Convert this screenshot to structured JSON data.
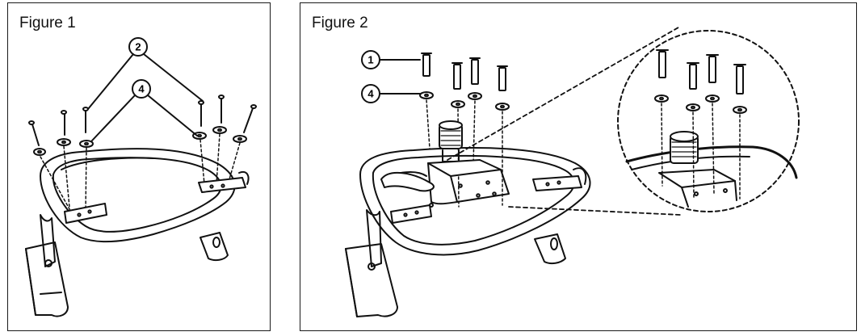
{
  "figure1": {
    "title": "Figure 1",
    "callouts": [
      "2",
      "4"
    ]
  },
  "figure2": {
    "title": "Figure 2",
    "callouts": [
      "1",
      "4"
    ]
  },
  "colors": {
    "ink": "#111111",
    "background": "#ffffff"
  }
}
